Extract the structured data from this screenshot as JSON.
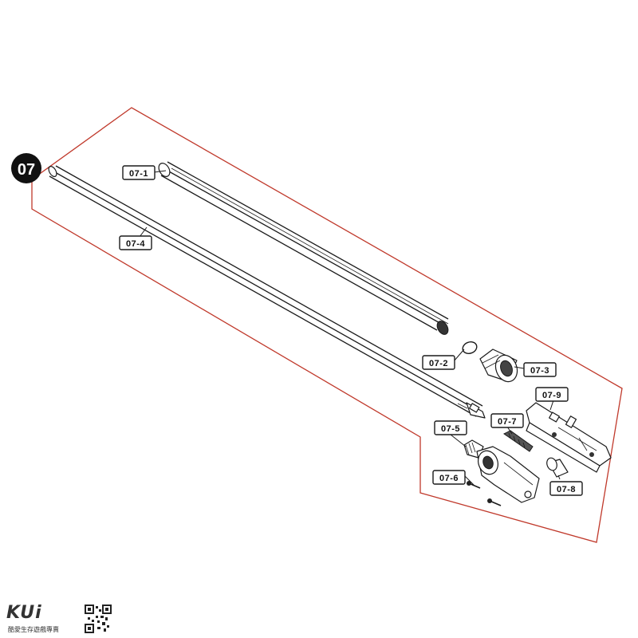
{
  "group": {
    "id": "07",
    "frame_color": "#c0392b"
  },
  "labels": [
    {
      "key": "p1",
      "text": "07-1"
    },
    {
      "key": "p2",
      "text": "07-2"
    },
    {
      "key": "p3",
      "text": "07-3"
    },
    {
      "key": "p4",
      "text": "07-4"
    },
    {
      "key": "p5",
      "text": "07-5"
    },
    {
      "key": "p6",
      "text": "07-6"
    },
    {
      "key": "p7",
      "text": "07-7"
    },
    {
      "key": "p8",
      "text": "07-8"
    },
    {
      "key": "p9",
      "text": "07-9"
    }
  ],
  "watermark": {
    "brand": "KUi",
    "tagline": "酷愛生存遊戲專賣"
  }
}
